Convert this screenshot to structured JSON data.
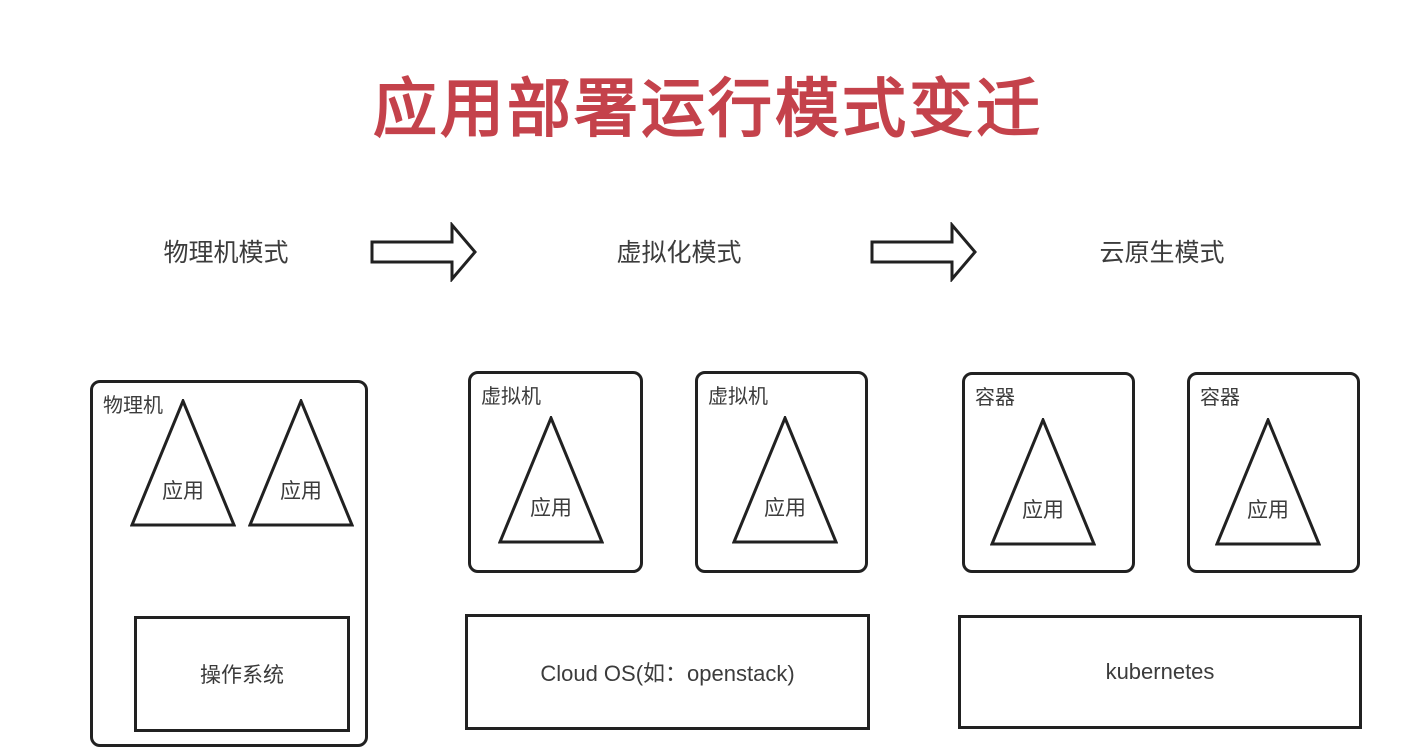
{
  "title": {
    "text": "应用部署运行模式变迁"
  },
  "stages": [
    {
      "label": "物理机模式"
    },
    {
      "label": "虚拟化模式"
    },
    {
      "label": "云原生模式"
    }
  ],
  "physical": {
    "box_label": "物理机",
    "app1": "应用",
    "app2": "应用",
    "os_label": "操作系统"
  },
  "virtualization": {
    "vm1_label": "虚拟机",
    "vm1_app": "应用",
    "vm2_label": "虚拟机",
    "vm2_app": "应用",
    "platform_label": "Cloud OS(如：openstack)"
  },
  "cloud_native": {
    "container1_label": "容器",
    "container1_app": "应用",
    "container2_label": "容器",
    "container2_app": "应用",
    "platform_label": "kubernetes"
  },
  "icons": {
    "arrow1": "arrow-right-icon",
    "arrow2": "arrow-right-icon"
  },
  "colors": {
    "title_red": "#c4424b",
    "line_black": "#212121",
    "text_gray": "#3c3c3c",
    "background": "#ffffff"
  }
}
